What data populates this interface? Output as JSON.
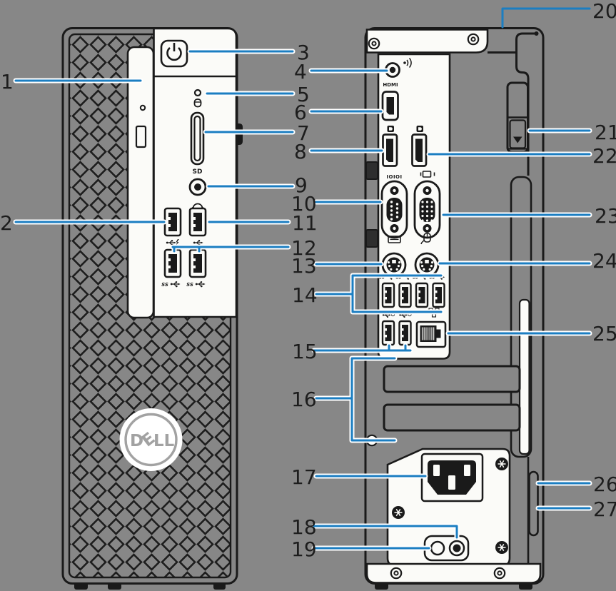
{
  "callouts": [
    "1",
    "2",
    "3",
    "4",
    "5",
    "6",
    "7",
    "8",
    "9",
    "10",
    "11",
    "12",
    "13",
    "14",
    "15",
    "16",
    "17",
    "18",
    "19",
    "20",
    "21",
    "22",
    "23",
    "24",
    "25",
    "26",
    "27"
  ],
  "front": {
    "sd": "SD",
    "dell_d": "D",
    "dell_e": "E",
    "dell_ll": "LL"
  },
  "back": {
    "hdmi": "HDMI",
    "serial": "IOIOI"
  },
  "colors": {
    "background": "#878787",
    "outline": "#1a1a1a",
    "panel_white": "#fbfbf8",
    "leader_blue": "#1b7ec2",
    "logo_gray": "#a2a2a2"
  },
  "icons": [
    "power-icon",
    "hard-drive-activity-icon",
    "headphones-icon",
    "usb-icon",
    "usb-powershare-icon",
    "usb3-icon",
    "smart-usb-icon",
    "line-out-icon",
    "displayport-icon",
    "vga-icon",
    "keyboard-icon",
    "mouse-icon",
    "network-icon",
    "dell-logo"
  ]
}
